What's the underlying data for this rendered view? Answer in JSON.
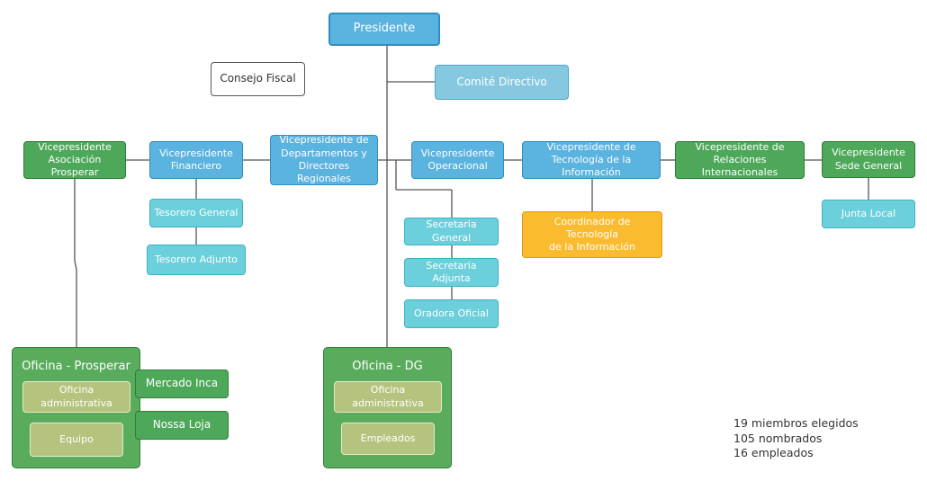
{
  "president": "Presidente",
  "consejo_fiscal": "Consejo Fiscal",
  "comite_directivo": "Comité Directivo",
  "vp_prosperar": [
    "Vicepresidente",
    "Asociación Prosperar"
  ],
  "vp_financiero": [
    "Vicepresidente",
    "Financiero"
  ],
  "vp_departamentos": [
    "Vicepresidente de",
    "Departamentos y",
    "Directores Regionales"
  ],
  "vp_operacional": [
    "Vicepresidente",
    "Operacional"
  ],
  "vp_ti": [
    "Vicepresidente de",
    "Tecnología de la Información"
  ],
  "vp_relaciones": [
    "Vicepresidente de",
    "Relaciones Internacionales"
  ],
  "vp_sede": [
    "Vicepresidente",
    "Sede General"
  ],
  "tesorero_general": "Tesorero General",
  "tesorero_adjunto": "Tesorero Adjunto",
  "secretaria_general": "Secretaria General",
  "secretaria_adjunta": "Secretaria Adjunta",
  "oradora_oficial": "Oradora Oficial",
  "coordinador_ti": [
    "Coordinador de Tecnología",
    "de la Información"
  ],
  "junta_local": "Junta Local",
  "oficina_prosperar": {
    "title": "Oficina - Prosperar",
    "items": [
      "Oficina administrativa",
      "Equipo"
    ]
  },
  "mercado_inca": "Mercado Inca",
  "nossa_loja": "Nossa Loja",
  "oficina_dg": {
    "title": "Oficina - DG",
    "items": [
      "Oficina administrativa",
      "Empleados"
    ]
  },
  "stats": [
    "19 miembros elegidos",
    "105 nombrados",
    "16 empleados"
  ]
}
